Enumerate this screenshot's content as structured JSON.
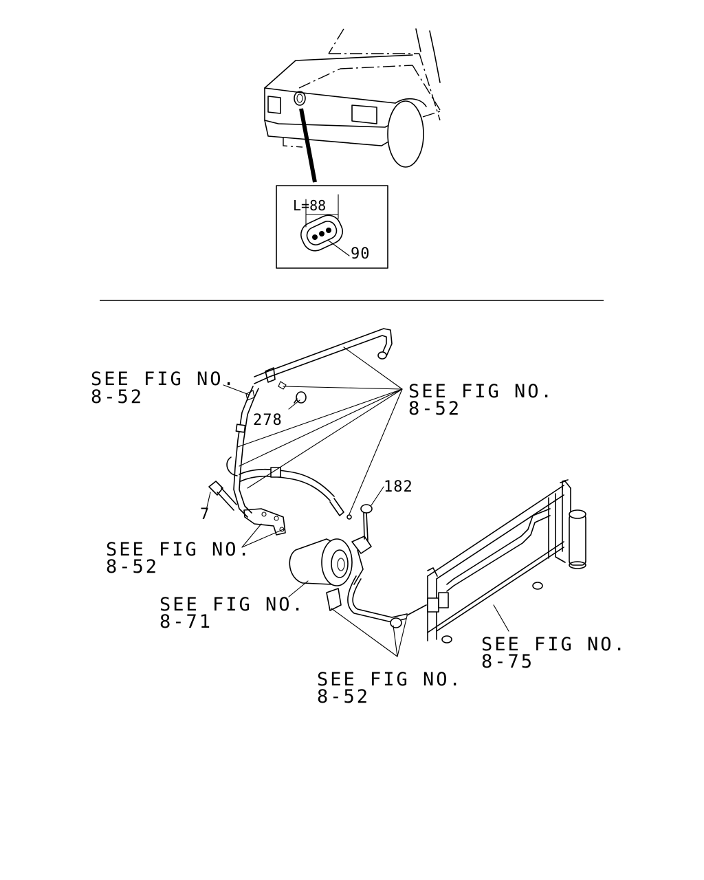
{
  "inset": {
    "length_label": "L=88",
    "part_90": "90"
  },
  "callouts": {
    "ref_top_left": {
      "line1": "SEE FIG NO.",
      "line2": "8-52"
    },
    "ref_top_right": {
      "line1": "SEE FIG NO.",
      "line2": "8-52"
    },
    "ref_mid_left": {
      "line1": "SEE FIG NO.",
      "line2": "8-52"
    },
    "ref_compressor": {
      "line1": "SEE FIG NO.",
      "line2": "8-71"
    },
    "ref_condenser": {
      "line1": "SEE FIG NO.",
      "line2": "8-75"
    },
    "ref_bottom": {
      "line1": "SEE FIG NO.",
      "line2": "8-52"
    }
  },
  "parts": {
    "part_278": "278",
    "part_182": "182",
    "part_7": "7"
  }
}
